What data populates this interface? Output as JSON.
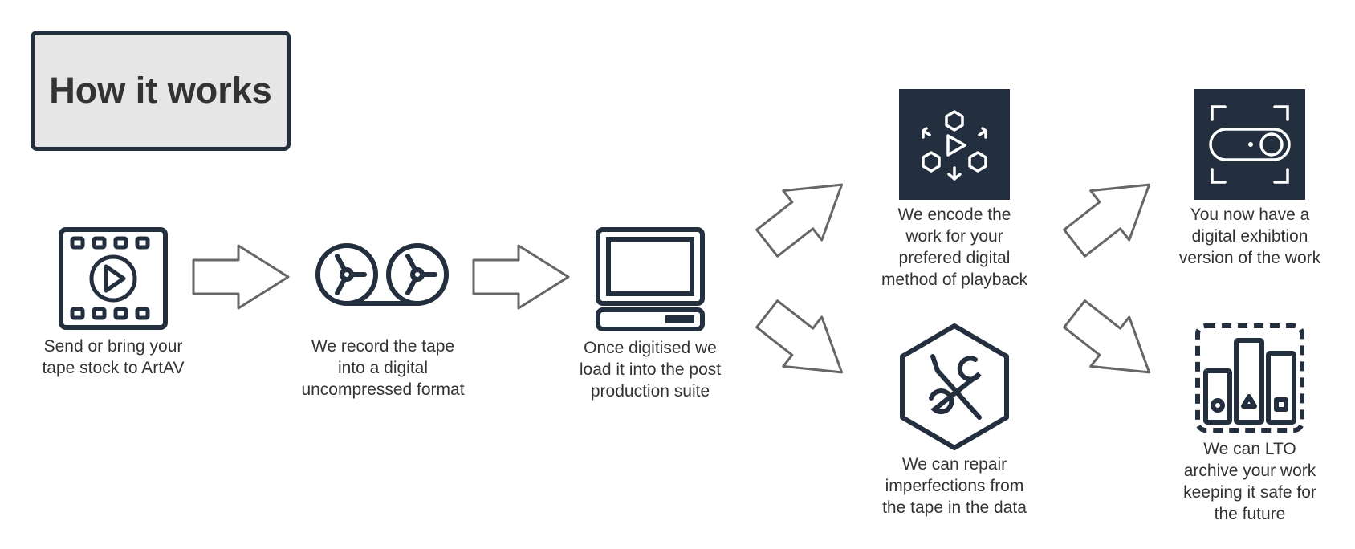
{
  "title": "How it works",
  "colors": {
    "icon": "#232f3e",
    "title_bg": "#e6e6e6",
    "arrow_stroke": "#666666",
    "text": "#333333"
  },
  "steps": [
    {
      "icon": "film-play-icon",
      "lines": [
        "Send or bring your",
        "tape stock to ArtAV"
      ]
    },
    {
      "icon": "tape-reel-icon",
      "lines": [
        "We record the tape",
        "into a digital",
        "uncompressed format"
      ]
    },
    {
      "icon": "computer-icon",
      "lines": [
        "Once digitised we",
        "load it into the post",
        "production suite"
      ]
    },
    {
      "icon": "encode-icon",
      "lines": [
        "We encode the",
        "work for your",
        "prefered digital",
        "method of playback"
      ]
    },
    {
      "icon": "repair-tools-icon",
      "lines": [
        "We can repair",
        "imperfections from",
        "the tape in the data"
      ]
    },
    {
      "icon": "digital-display-icon",
      "lines": [
        "You now have a",
        "digital exhibtion",
        "version of the work"
      ]
    },
    {
      "icon": "lto-archive-icon",
      "lines": [
        "We can LTO",
        "archive your work",
        "keeping it safe for",
        "the future"
      ]
    }
  ]
}
